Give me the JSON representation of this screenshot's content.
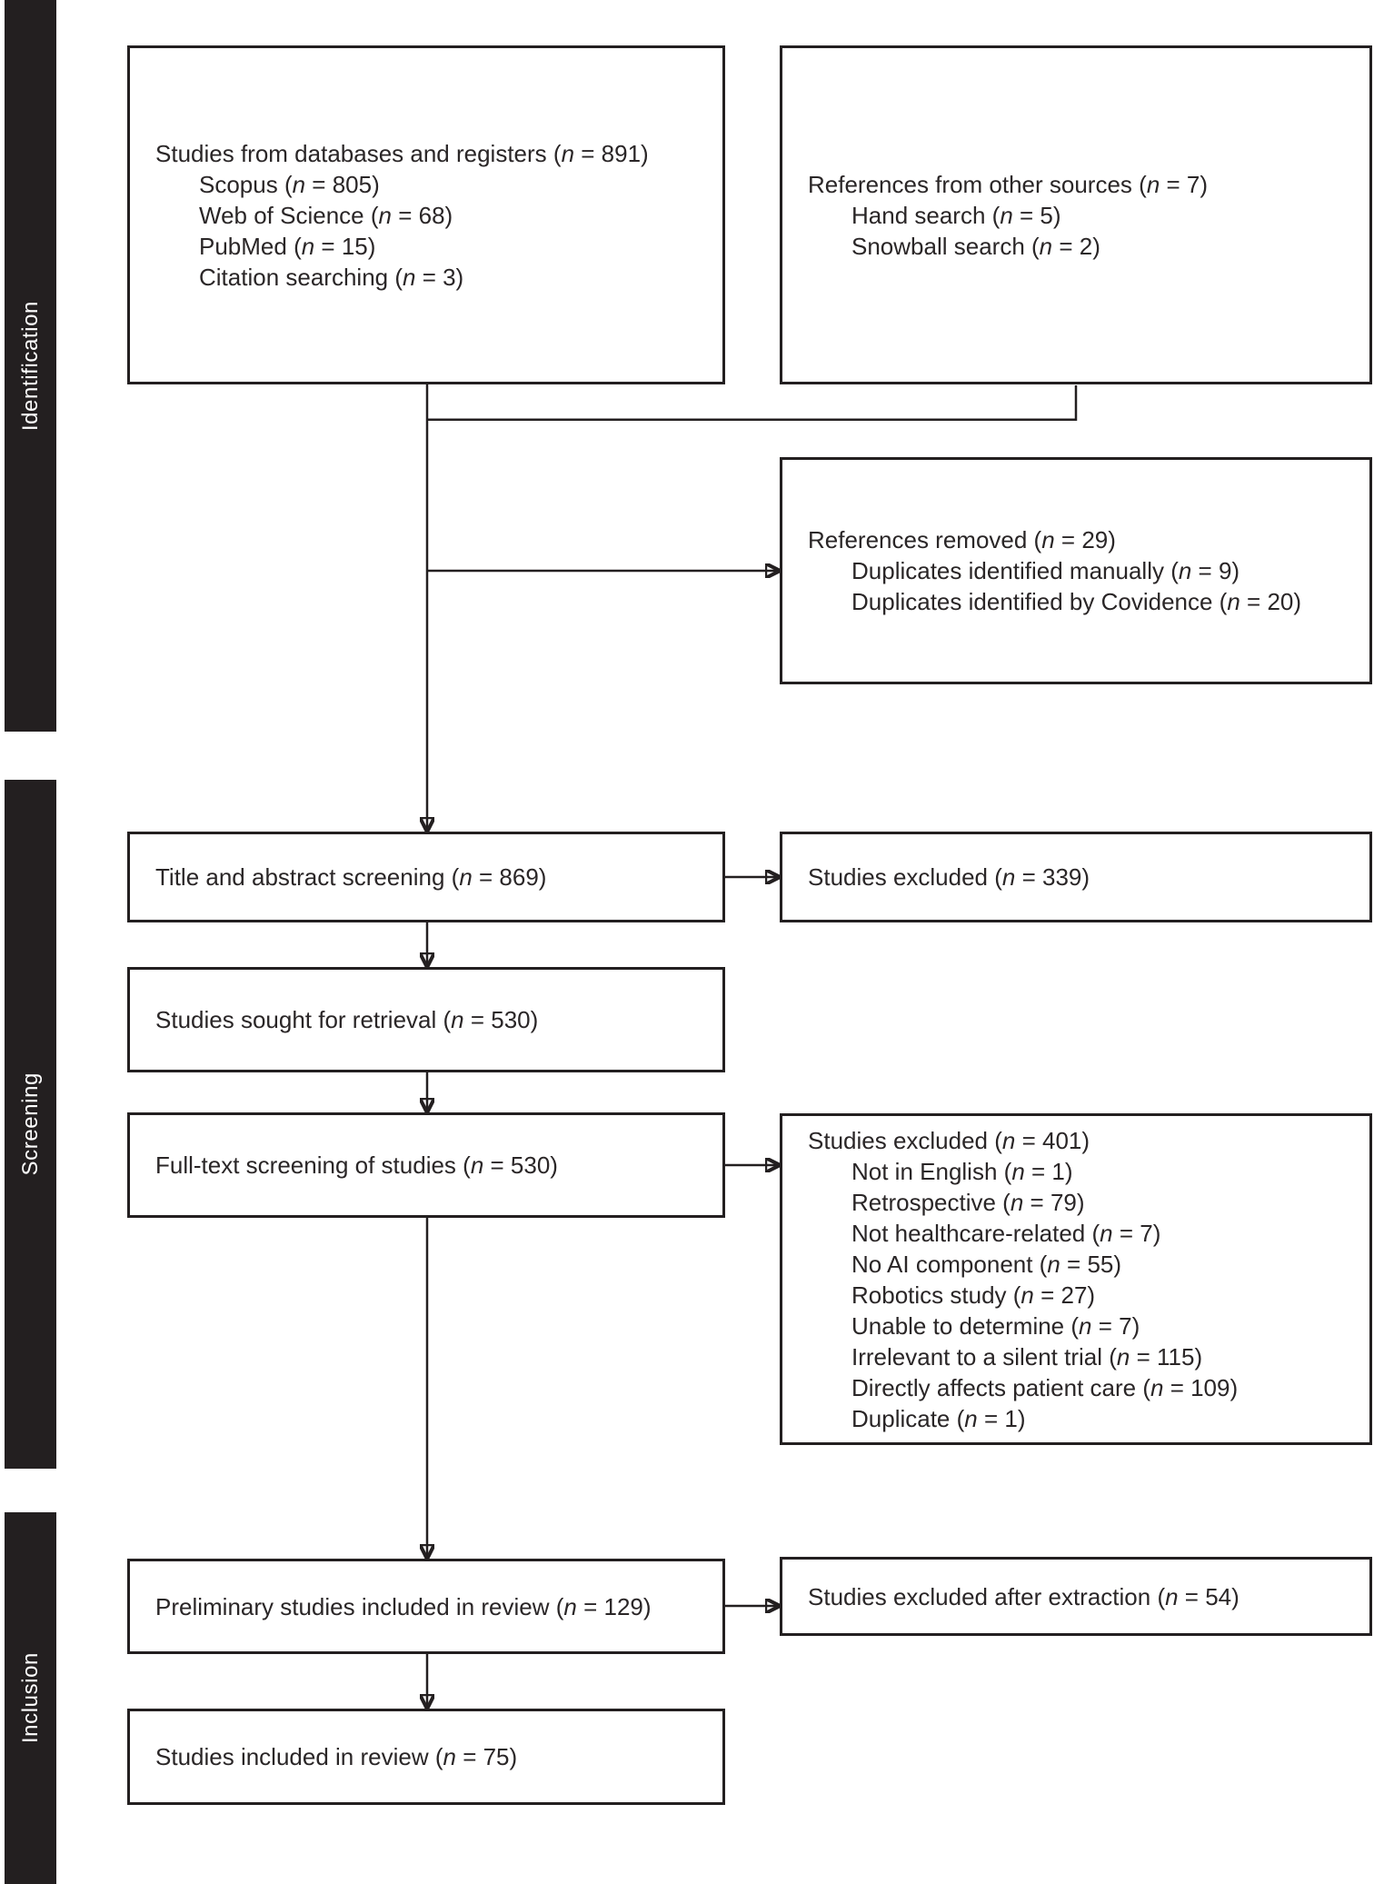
{
  "colors": {
    "bar_fill": "#231f20",
    "bar_text": "#ffffff",
    "line": "#231f20",
    "text": "#2a2627",
    "background": "#ffffff"
  },
  "sidebar": {
    "sections": [
      {
        "label": "Identification"
      },
      {
        "label": "Screening"
      },
      {
        "label": "Inclusion"
      }
    ]
  },
  "boxes": {
    "studies_from_databases": {
      "lines": [
        {
          "text": "Studies from databases and registers (n = 891)",
          "indent": false
        },
        {
          "text": "Scopus (n = 805)",
          "indent": true
        },
        {
          "text": "Web of Science (n = 68)",
          "indent": true
        },
        {
          "text": "PubMed (n = 15)",
          "indent": true
        },
        {
          "text": "Citation searching (n = 3)",
          "indent": true
        }
      ]
    },
    "references_other_sources": {
      "lines": [
        {
          "text": "References from other sources (n = 7)",
          "indent": false
        },
        {
          "text": "Hand search (n = 5)",
          "indent": true
        },
        {
          "text": "Snowball search (n = 2)",
          "indent": true
        }
      ]
    },
    "references_removed": {
      "lines": [
        {
          "text": "References removed (n = 29)",
          "indent": false
        },
        {
          "text": "Duplicates identified manually (n = 9)",
          "indent": true
        },
        {
          "text": "Duplicates identified by Covidence (n = 20)",
          "indent": true
        }
      ]
    },
    "title_abstract_screening": {
      "lines": [
        {
          "text": "Title and abstract screening (n = 869)",
          "indent": false
        }
      ]
    },
    "studies_excluded_screening": {
      "lines": [
        {
          "text": "Studies excluded (n = 339)",
          "indent": false
        }
      ]
    },
    "studies_sought_retrieval": {
      "lines": [
        {
          "text": "Studies sought for retrieval (n = 530)",
          "indent": false
        }
      ]
    },
    "fulltext_screening": {
      "lines": [
        {
          "text": "Full-text screening of studies (n = 530)",
          "indent": false
        }
      ]
    },
    "studies_excluded_fulltext": {
      "lines": [
        {
          "text": "Studies excluded (n = 401)",
          "indent": false
        },
        {
          "text": "Not in English (n = 1)",
          "indent": true
        },
        {
          "text": "Retrospective (n = 79)",
          "indent": true
        },
        {
          "text": "Not healthcare-related (n = 7)",
          "indent": true
        },
        {
          "text": "No AI component (n = 55)",
          "indent": true
        },
        {
          "text": "Robotics study (n = 27)",
          "indent": true
        },
        {
          "text": "Unable to determine (n = 7)",
          "indent": true
        },
        {
          "text": "Irrelevant to a silent trial (n = 115)",
          "indent": true
        },
        {
          "text": "Directly affects patient care (n = 109)",
          "indent": true
        },
        {
          "text": "Duplicate (n = 1)",
          "indent": true
        }
      ]
    },
    "preliminary_included": {
      "lines": [
        {
          "text": "Preliminary studies included in review (n = 129)",
          "indent": false
        }
      ]
    },
    "studies_excluded_extraction": {
      "lines": [
        {
          "text": "Studies excluded after extraction (n = 54)",
          "indent": false
        }
      ]
    },
    "studies_included_review": {
      "lines": [
        {
          "text": "Studies included in review (n = 75)",
          "indent": false
        }
      ]
    }
  }
}
